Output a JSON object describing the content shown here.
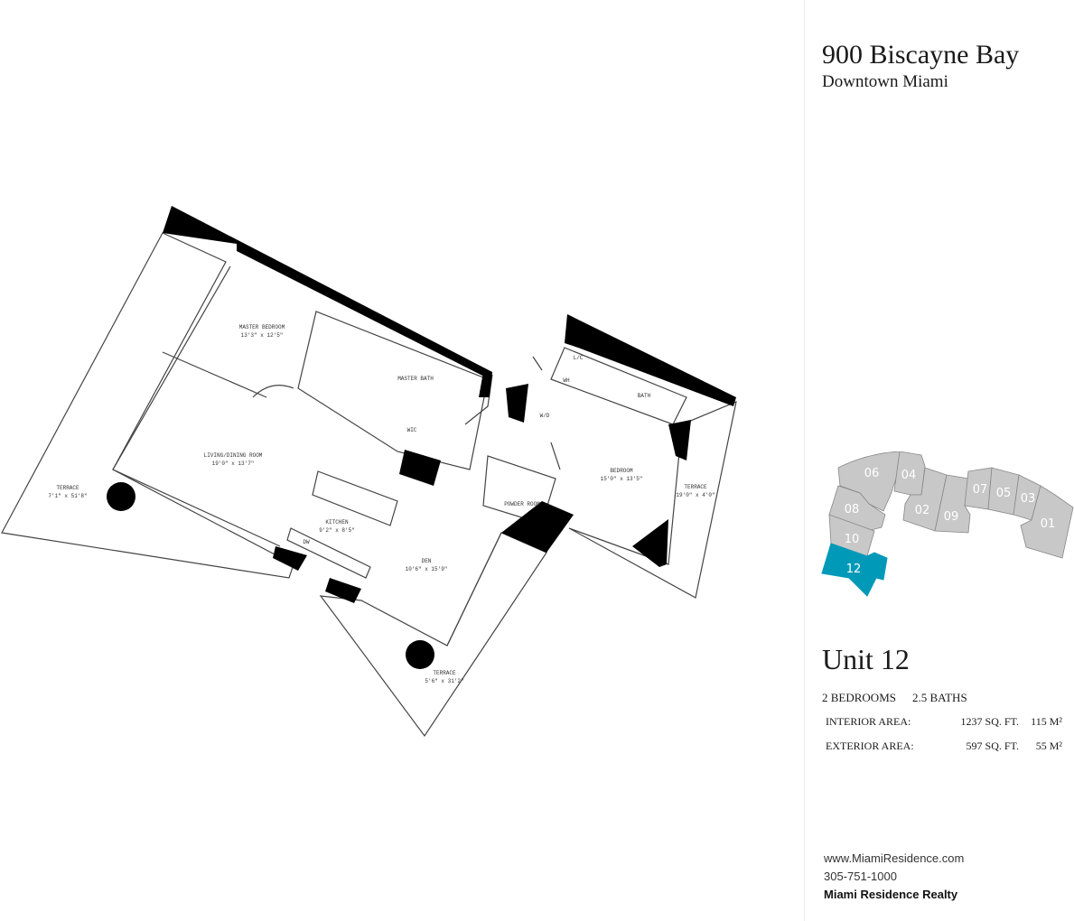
{
  "header": {
    "title": "900 Biscayne Bay",
    "subtitle": "Downtown Miami"
  },
  "floorplan": {
    "rooms": [
      {
        "name": "MASTER BEDROOM",
        "size": "13'3\" x 12'5\""
      },
      {
        "name": "LIVING/DINING ROOM",
        "size": "19'0\" x 13'7\""
      },
      {
        "name": "KITCHEN",
        "size": "9'2\" x 8'5\""
      },
      {
        "name": "DEN",
        "size": "10'6\" x 15'9\""
      },
      {
        "name": "BEDROOM",
        "size": "15'0\" x 13'5\""
      },
      {
        "name": "TERRACE",
        "size": "7'1\" x 51'8\""
      },
      {
        "name": "TERRACE",
        "size": "5'6\" x 31'2\""
      },
      {
        "name": "TERRACE",
        "size": "19'0\" x 4'0\""
      }
    ],
    "tags": {
      "master_bath": "MASTER BATH",
      "wic": "WIC",
      "powder": "POWDER ROOM",
      "bath": "BATH",
      "wd": "W/D",
      "dw": "DW",
      "wh": "WH",
      "lc": "L/C"
    }
  },
  "keyplan": {
    "units": [
      "06",
      "04",
      "08",
      "02",
      "09",
      "07",
      "05",
      "03",
      "01",
      "10",
      "12"
    ],
    "selected": "12",
    "selected_color": "#0099b8",
    "unit_color": "#c8c8c8"
  },
  "unit": {
    "title": "Unit 12",
    "bedrooms": "2 BEDROOMS",
    "baths": "2.5 BATHS",
    "interior": {
      "label": "INTERIOR AREA:",
      "sqft": "1237 SQ. FT.",
      "m2": "115 M²"
    },
    "exterior": {
      "label": "EXTERIOR AREA:",
      "sqft": "597 SQ. FT.",
      "m2": "55 M²"
    }
  },
  "contact": {
    "website": "www.MiamiResidence.com",
    "phone": "305-751-1000",
    "company": "Miami Residence Realty"
  }
}
